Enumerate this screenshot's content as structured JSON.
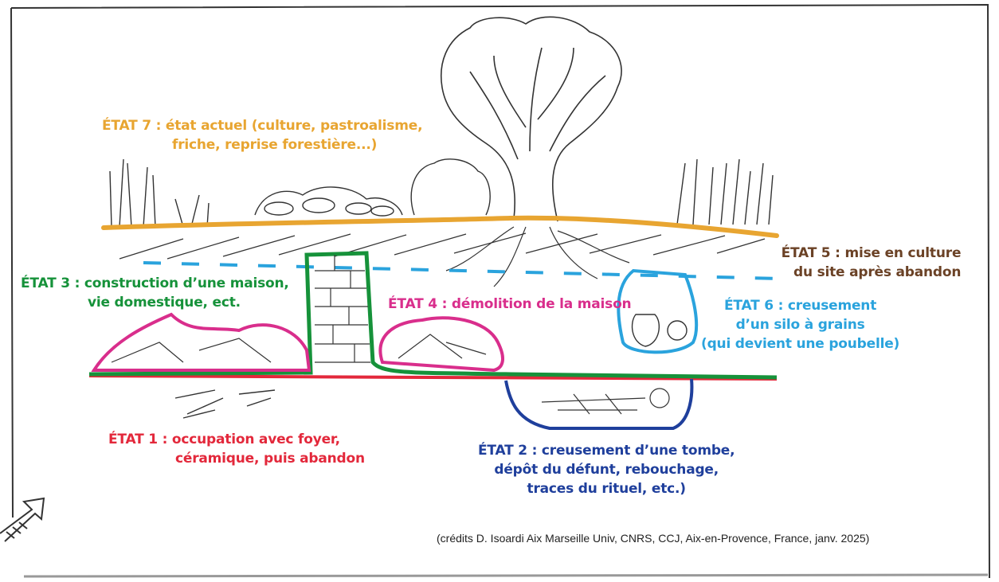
{
  "colors": {
    "etat1": "#e3283b",
    "etat2": "#1f3f9c",
    "etat3": "#16923a",
    "etat4": "#d92e8c",
    "etat5": "#6b4226",
    "etat6": "#2aa3dd",
    "etat7": "#e8a531",
    "sketch": "#333333"
  },
  "labels": {
    "etat7": [
      "ÉTAT 7 : état actuel (culture, pastroalisme,",
      "friche, reprise forestière...)"
    ],
    "etat5": [
      "ÉTAT 5 : mise en culture",
      "du site après abandon"
    ],
    "etat3": [
      "ÉTAT 3 : construction d’une maison,",
      "vie domestique, ect."
    ],
    "etat4": [
      "ÉTAT 4 : démolition de la maison"
    ],
    "etat6": [
      "ÉTAT 6 : creusement",
      "d’un silo à grains",
      "(qui devient une poubelle)"
    ],
    "etat1": [
      "ÉTAT 1 : occupation avec foyer,",
      "céramique, puis abandon"
    ],
    "etat2": [
      "ÉTAT 2 : creusement d’une tombe,",
      "dépôt du défunt, rebouchage,",
      "traces du rituel, etc.)"
    ]
  },
  "credits": "(crédits D. Isoardi Aix Marseille Univ, CNRS, CCJ, Aix-en-Provence, France, janv. 2025)",
  "icons": [
    "tree-icon",
    "grass-icon",
    "stone-rubble-icon",
    "wall-icon",
    "bone-icon",
    "pot-icon",
    "skeleton-icon",
    "arrow-icon"
  ]
}
